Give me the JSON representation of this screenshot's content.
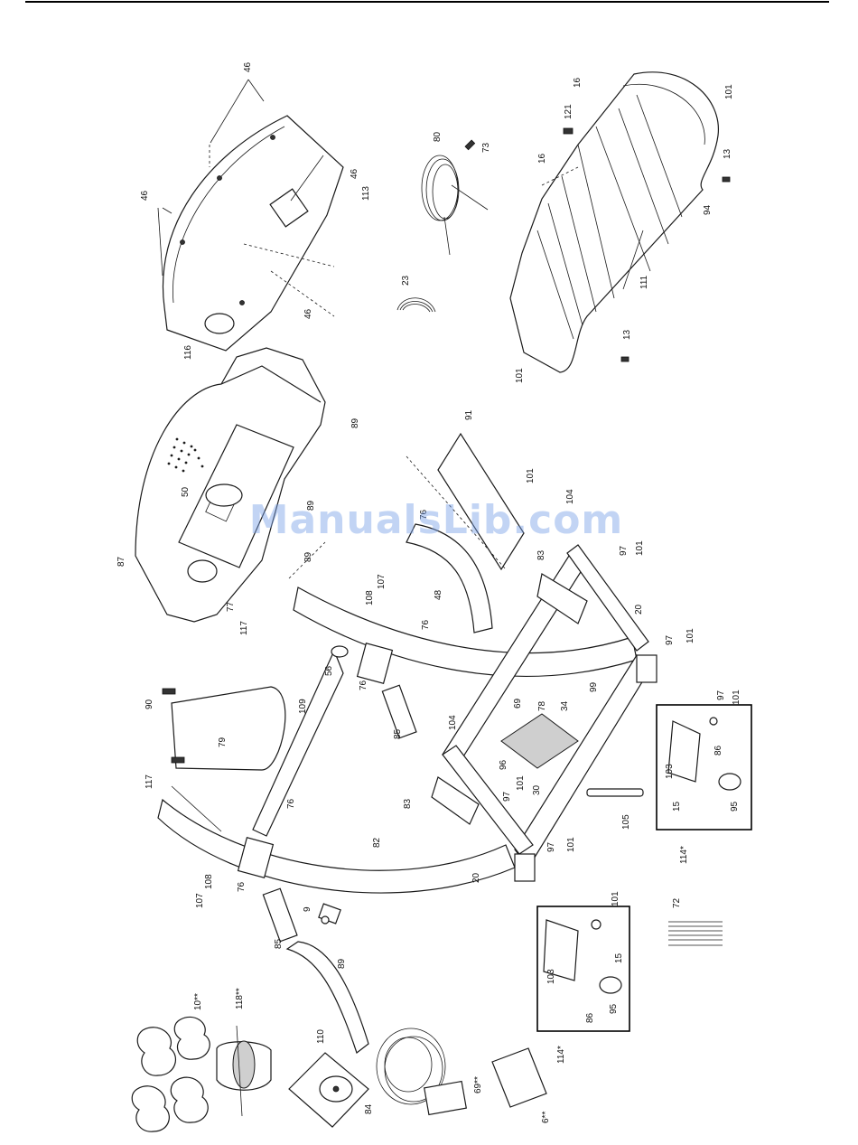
{
  "watermark": "ManualsLib.com",
  "callouts": {
    "p46a": "46",
    "p46b": "46",
    "p46c": "46",
    "p46d": "46",
    "p113": "113",
    "p116": "116",
    "p80": "80",
    "p73": "73",
    "p23": "23",
    "p16a": "16",
    "p16b": "16",
    "p101a": "101",
    "p101b": "101",
    "p121": "121",
    "p13a": "13",
    "p13b": "13",
    "p94": "94",
    "p111": "111",
    "p89a": "89",
    "p89b": "89",
    "p89c": "89",
    "p89d": "89",
    "p50": "50",
    "p87": "87",
    "p77": "77",
    "p117a": "117",
    "p117b": "117",
    "p91": "91",
    "p101c": "101",
    "p104a": "104",
    "p104b": "104",
    "p76a": "76",
    "p76b": "76",
    "p76c": "76",
    "p76d": "76",
    "p76e": "76",
    "p107a": "107",
    "p107b": "107",
    "p108a": "108",
    "p108b": "108",
    "p48": "48",
    "p83a": "83",
    "p83b": "83",
    "p97a": "97",
    "p97b": "97",
    "p97c": "97",
    "p97d": "97",
    "p97e": "97",
    "p101d": "101",
    "p101e": "101",
    "p101f": "101",
    "p101g": "101",
    "p101h": "101",
    "p101i": "101",
    "p20a": "20",
    "p20b": "20",
    "p56": "56",
    "p109": "109",
    "p90": "90",
    "p85a": "85",
    "p85b": "85",
    "p69": "69",
    "p78": "78",
    "p34": "34",
    "p99": "99",
    "p96": "96",
    "p30": "30",
    "p105": "105",
    "p103a": "103",
    "p103b": "103",
    "p86a": "86",
    "p86b": "86",
    "p15a": "15",
    "p15b": "15",
    "p95a": "95",
    "p95b": "95",
    "p114a": "114*",
    "p114b": "114*",
    "p79": "79",
    "p82": "82",
    "p9": "9",
    "p72": "72",
    "p10": "10**",
    "p118": "118**",
    "p110": "110",
    "p84": "84",
    "p69s": "69**",
    "p6": "6**"
  }
}
